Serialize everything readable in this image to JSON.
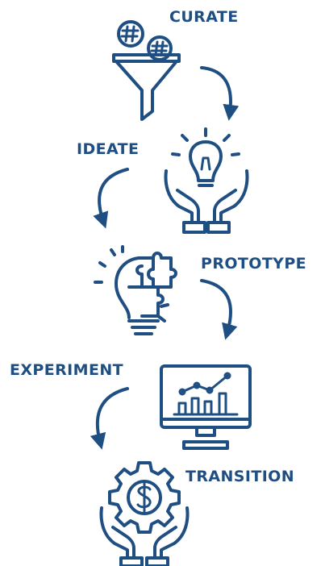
{
  "colors": {
    "primary": "#1f4f82",
    "background": "#ffffff"
  },
  "steps": [
    {
      "label": "CURATE",
      "icon": "funnel-coins-icon"
    },
    {
      "label": "IDEATE",
      "icon": "lightbulb-hands-icon"
    },
    {
      "label": "PROTOTYPE",
      "icon": "puzzle-lightbulb-icon"
    },
    {
      "label": "EXPERIMENT",
      "icon": "monitor-chart-icon"
    },
    {
      "label": "TRANSITION",
      "icon": "gear-dollar-hands-icon"
    }
  ],
  "arrows": [
    "curved-arrow-icon",
    "curved-arrow-icon",
    "curved-arrow-icon",
    "curved-arrow-icon"
  ]
}
